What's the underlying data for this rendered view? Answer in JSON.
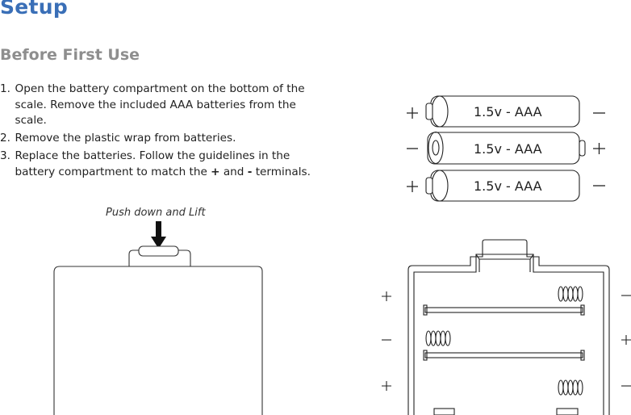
{
  "title": "Setup",
  "subtitle": "Before First Use",
  "steps": [
    {
      "num": "1.",
      "text": "Open the battery compartment on the bottom of the scale. Remove the included AAA batteries from the scale."
    },
    {
      "num": "2.",
      "text": "Remove the plastic wrap from batteries."
    },
    {
      "num": "3.",
      "text_before": "Replace the batteries. Follow the guidelines in the battery compartment to match the ",
      "plus": "+",
      "and": " and ",
      "minus": "-",
      "text_after": " terminals."
    }
  ],
  "cover_caption": "Push down and Lift",
  "battery_label": "1.5v - AAA",
  "colors": {
    "title": "#3a6fb7",
    "subtitle": "#8e8e8e",
    "text": "#222222"
  }
}
